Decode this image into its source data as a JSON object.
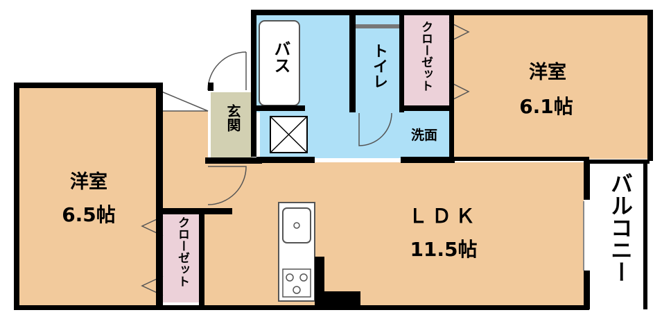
{
  "colors": {
    "room_floor": "#f2ca9c",
    "wet_area": "#aee0f7",
    "closet": "#ecd1d9",
    "entrance": "#d2d0b2",
    "wall": "#000000"
  },
  "rooms": {
    "western_left": {
      "name": "洋室",
      "size": "6.5帖"
    },
    "western_right": {
      "name": "洋室",
      "size": "6.1帖"
    },
    "ldk": {
      "name": "ＬＤＫ",
      "size": "11.5帖"
    },
    "bath": {
      "name": "バス"
    },
    "toilet": {
      "name": "トイレ"
    },
    "washroom": {
      "name": "洗面"
    },
    "entrance": {
      "name": "玄関"
    },
    "closet_top": {
      "name": "クローゼット"
    },
    "closet_bottom": {
      "name": "クローゼット"
    },
    "balcony": {
      "name": "バルコニー"
    }
  }
}
